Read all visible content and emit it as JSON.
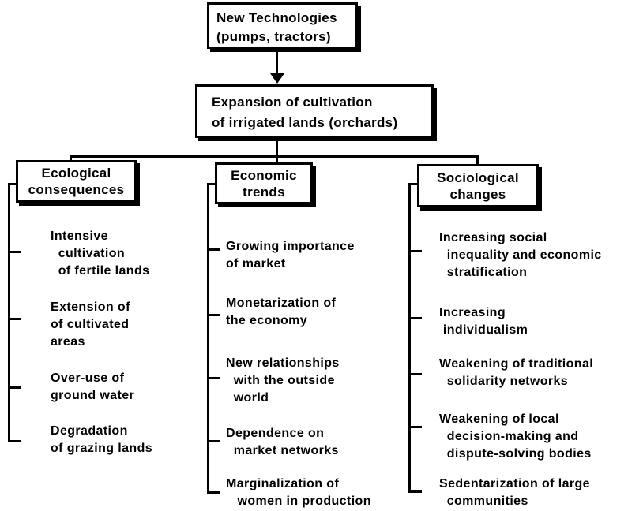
{
  "diagram": {
    "colors": {
      "ink": "#000000",
      "paper": "#ffffff"
    },
    "nodes": {
      "root": "New Technologies\n(pumps, tractors)",
      "expansion": "Expansion of cultivation\nof irrigated lands (orchards)"
    },
    "columns": [
      {
        "header": "Ecological\nconsequences",
        "items": [
          "Intensive\n  cultivation\n  of fertile lands",
          "Extension of\nof cultivated\nareas",
          "Over-use of\nground water",
          "Degradation\nof grazing lands"
        ]
      },
      {
        "header": "Economic\ntrends",
        "items": [
          "Growing importance\nof market",
          "Monetarization of\nthe economy",
          "New relationships\n  with the outside\n  world",
          "Dependence on\n  market networks",
          "Marginalization of\n   women in production"
        ]
      },
      {
        "header": "Sociological\nchanges",
        "items": [
          "Increasing social\n  inequality and economic\n  stratification",
          "Increasing\n individualism",
          "Weakening of traditional\n  solidarity networks",
          "Weakening of local\n  decision-making and\n  dispute-solving bodies",
          "Sedentarization of large\n  communities"
        ]
      }
    ]
  }
}
